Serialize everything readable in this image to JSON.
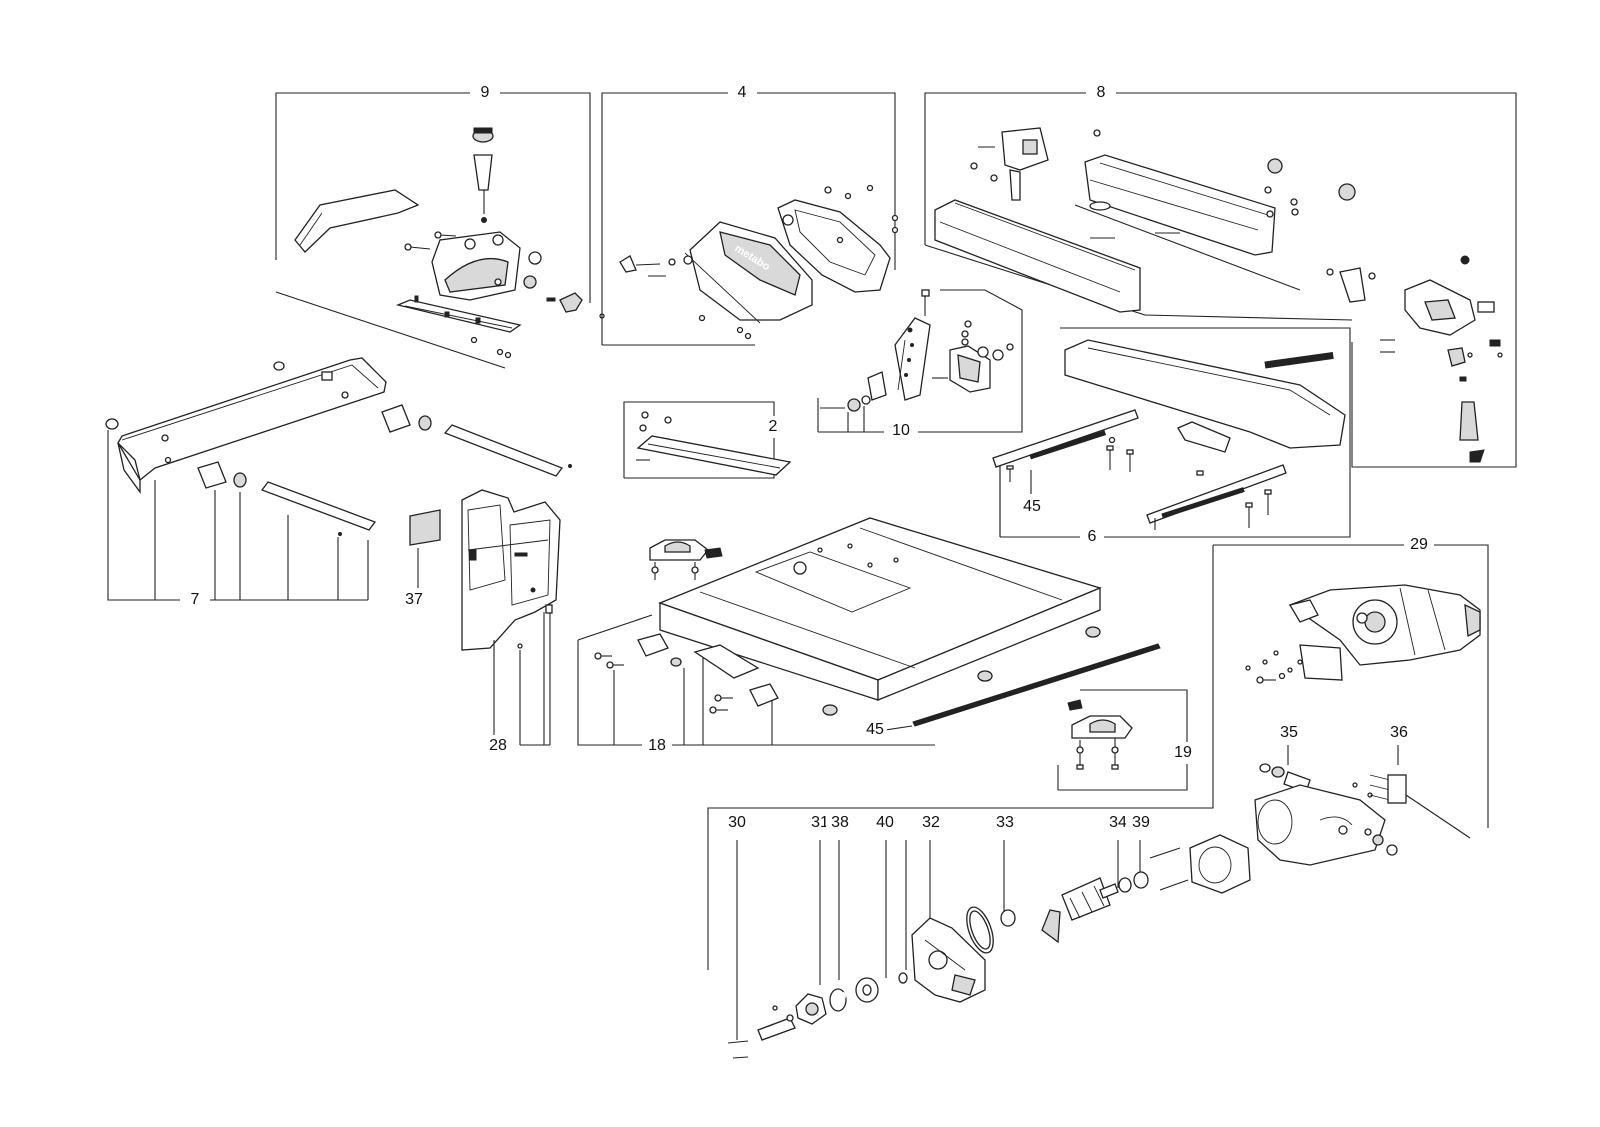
{
  "brand": "metabo",
  "labels": {
    "l9": "9",
    "l4": "4",
    "l8": "8",
    "l10": "10",
    "l2": "2",
    "l7": "7",
    "l37": "37",
    "l45a": "45",
    "l6": "6",
    "l29": "29",
    "l28": "28",
    "l18": "18",
    "l45b": "45",
    "l19": "19",
    "l35": "35",
    "l36": "36",
    "l30": "30",
    "l31": "31",
    "l38": "38",
    "l40": "40",
    "l32": "32",
    "l33": "33",
    "l34": "34",
    "l39": "39"
  }
}
